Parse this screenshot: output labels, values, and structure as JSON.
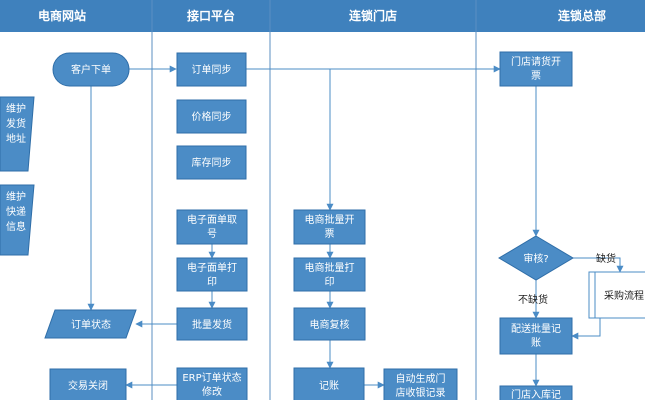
{
  "colors": {
    "header": "#3f81bd",
    "box": "#4b8cc6",
    "box_border": "#2f6ea8",
    "lane_line": "#5b8fc2",
    "arrow": "#4b8cc6",
    "label": "#222222",
    "side_box": "#ffffff"
  },
  "lanes": [
    {
      "id": "lane-ecommerce",
      "title": "电商网站"
    },
    {
      "id": "lane-interface",
      "title": "接口平台"
    },
    {
      "id": "lane-store",
      "title": "连锁门店"
    },
    {
      "id": "lane-hq",
      "title": "连锁总部"
    }
  ],
  "nodes": {
    "customer_order": {
      "lines": [
        "客户下单"
      ]
    },
    "maintain_address": {
      "lines": [
        "维护",
        "发货",
        "地址"
      ]
    },
    "maintain_express": {
      "lines": [
        "维护",
        "快递",
        "信息"
      ]
    },
    "order_status": {
      "lines": [
        "订单状态"
      ]
    },
    "trade_closed": {
      "lines": [
        "交易关闭"
      ]
    },
    "order_sync": {
      "lines": [
        "订单同步"
      ]
    },
    "price_sync": {
      "lines": [
        "价格同步"
      ]
    },
    "stock_sync": {
      "lines": [
        "库存同步"
      ]
    },
    "waybill_get": {
      "lines": [
        "电子面单取",
        "号"
      ]
    },
    "waybill_print": {
      "lines": [
        "电子面单打",
        "印"
      ]
    },
    "batch_ship": {
      "lines": [
        "批量发货"
      ]
    },
    "erp_status": {
      "lines": [
        "ERP订单状态",
        "修改"
      ]
    },
    "batch_invoice": {
      "lines": [
        "电商批量开",
        "票"
      ]
    },
    "batch_print": {
      "lines": [
        "电商批量打",
        "印"
      ]
    },
    "recheck": {
      "lines": [
        "电商复核"
      ]
    },
    "bookkeeping": {
      "lines": [
        "记账"
      ]
    },
    "auto_cash_record": {
      "lines": [
        "自动生成门",
        "店收银记录"
      ]
    },
    "store_request": {
      "lines": [
        "门店请货开",
        "票"
      ]
    },
    "audit": {
      "lines": [
        "审核?"
      ]
    },
    "purchase_flow": {
      "lines": [
        "采购流程"
      ]
    },
    "batch_delivery_record": {
      "lines": [
        "配送批量记",
        "账"
      ]
    },
    "store_inbound": {
      "lines": [
        "门店入库记"
      ]
    }
  },
  "edge_labels": {
    "out_of_stock": "缺货",
    "in_stock": "不缺货"
  }
}
